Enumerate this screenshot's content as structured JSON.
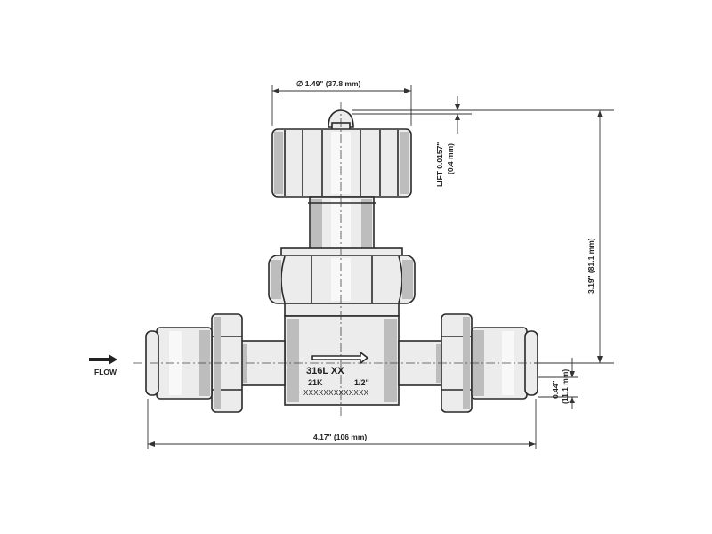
{
  "dimensions": {
    "handle_diameter": "∅ 1.49\" (37.8 mm)",
    "lift_label": "LIFT 0.0157\"",
    "lift_mm": "(0.4 mm)",
    "height_total": "3.19\" (81.1 mm)",
    "centerline_offset": "0.44\"",
    "centerline_offset_mm": "(11.1 mm)",
    "overall_length": "4.17\" (106 mm)"
  },
  "flow_label": "FLOW",
  "body_marking": {
    "material": "316L  XX",
    "rating": "21K",
    "size": "1/2\"",
    "serial": "XXXXXXXXXXXXX"
  },
  "colors": {
    "line": "#2a2a2a",
    "fill": "#ececec",
    "shadow": "#bdbdbd"
  }
}
